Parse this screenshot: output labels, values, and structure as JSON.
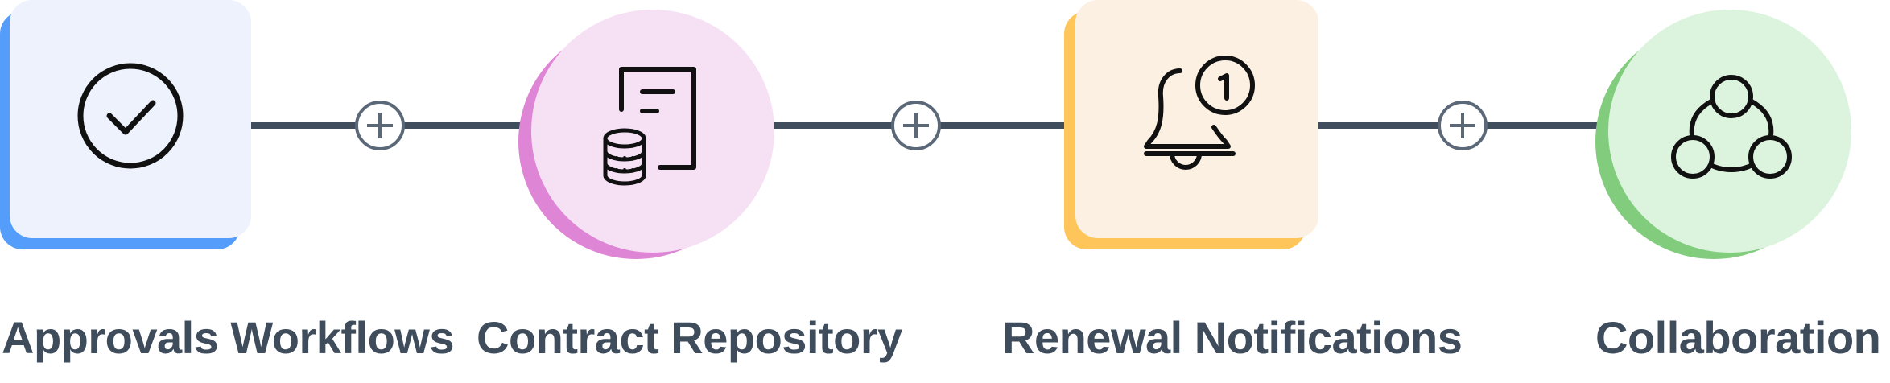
{
  "steps": [
    {
      "label": "Approvals Workflows",
      "icon": "check-circle-icon",
      "shape": "rounded-square",
      "face_color": "#edf2fd",
      "shadow_color": "#559dfa"
    },
    {
      "label": "Contract Repository",
      "icon": "document-database-icon",
      "shape": "circle",
      "face_color": "#f6e0f4",
      "shadow_color": "#df85d6"
    },
    {
      "label": "Renewal Notifications",
      "icon": "bell-notification-icon",
      "shape": "rounded-square",
      "face_color": "#fbf0e2",
      "shadow_color": "#fec65a"
    },
    {
      "label": "Collaboration",
      "icon": "team-network-icon",
      "shape": "circle",
      "face_color": "#dcf4de",
      "shadow_color": "#82cc7e"
    }
  ],
  "connectors": [
    {
      "icon": "plus-circle-icon"
    },
    {
      "icon": "plus-circle-icon"
    },
    {
      "icon": "plus-circle-icon"
    }
  ],
  "colors": {
    "line": "#3f4d5d",
    "plus": "#5b6878",
    "icon_stroke": "#111111",
    "label_text": "#3e4c5c"
  }
}
